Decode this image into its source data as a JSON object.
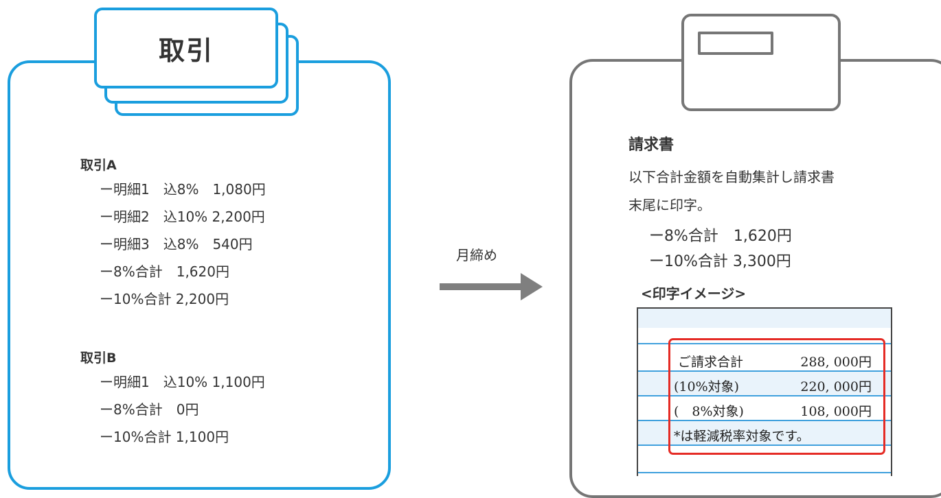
{
  "left": {
    "card_title": "取引",
    "transactions": [
      {
        "title": "取引A",
        "lines": [
          "ー明細1　込8%　1,080円",
          "ー明細2　込10% 2,200円",
          "ー明細3　込8%　540円",
          "ー8%合計　1,620円",
          "ー10%合計 2,200円"
        ]
      },
      {
        "title": "取引B",
        "lines": [
          "ー明細1　込10% 1,100円",
          "ー8%合計　0円",
          "ー10%合計 1,100円"
        ]
      }
    ]
  },
  "arrow": {
    "label": "月締め"
  },
  "right": {
    "title": "請求書",
    "desc_line1": "以下合計金額を自動集計し請求書",
    "desc_line2": "末尾に印字。",
    "totals": [
      "ー8%合計　1,620円",
      "ー10%合計 3,300円"
    ],
    "image_label": "<印字イメージ>",
    "print_image": {
      "rows": [
        {
          "label": "ご請求合計",
          "amount": "288, 000円"
        },
        {
          "label": "(10%対象)",
          "amount": "220, 000円"
        },
        {
          "label": "(　8%対象)",
          "amount": "108, 000円"
        }
      ],
      "note": "*は軽減税率対象です。"
    }
  },
  "colors": {
    "accent_blue": "#1a9ede",
    "frame_gray": "#767676",
    "highlight_red": "#e52b25"
  }
}
